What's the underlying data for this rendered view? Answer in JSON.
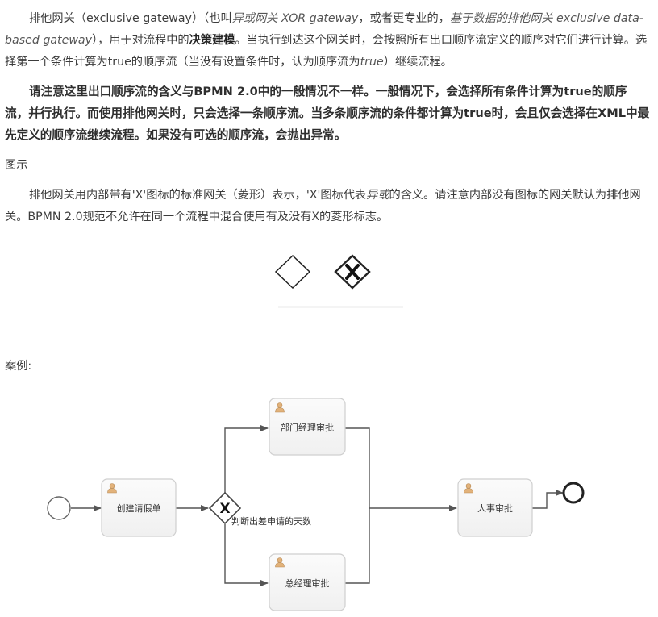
{
  "intro": {
    "t1": "排他网关（exclusive gateway）（也叫",
    "t2": "异或网关 XOR gateway",
    "t3": "，或者更专业的，",
    "t4": "基于数据的排他网关 exclusive data-based gateway",
    "t5": "），用于对流程中的",
    "t6": "决策建模",
    "t7": "。当执行到达这个网关时，会按照所有出口顺序流定义的顺序对它们进行计算。选择第一个条件计算为true的顺序流（当没有设置条件时，认为顺序流为",
    "t8": "true",
    "t9": "）继续流程。"
  },
  "note": "请注意这里出口顺序流的含义与BPMN 2.0中的一般情况不一样。一般情况下，会选择所有条件计算为true的顺序流，并行执行。而使用排他网关时，只会选择一条顺序流。当多条顺序流的条件都计算为true时，会且仅会选择在XML中最先定义的顺序流继续流程。如果没有可选的顺序流，会抛出异常。",
  "legend_heading": "图示",
  "legend": {
    "t1": "排他网关用内部带有'X'图标的标准网关（菱形）表示，'X'图标代表",
    "t2": "异或",
    "t3": "的含义。请注意内部没有图标的网关默认为排他网关。BPMN 2.0规范不允许在同一个流程中混合使用有及没有X的菱形标志。"
  },
  "example_heading": "案例:",
  "diagram": {
    "task_create": "创建请假单",
    "task_dept": "部门经理审批",
    "task_gm": "总经理审批",
    "task_hr": "人事审批",
    "gateway_label": "判断出差申请的天数",
    "gateway_icon": "X"
  }
}
